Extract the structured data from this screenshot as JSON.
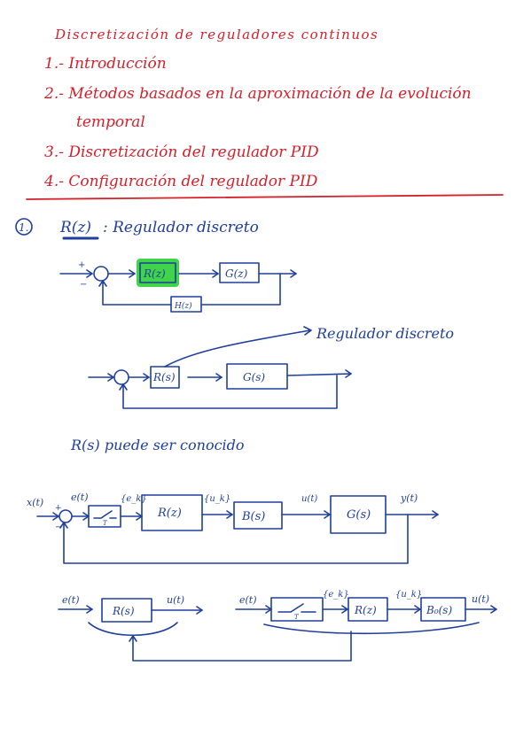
{
  "header": {
    "title": "Discretización de reguladores continuos",
    "items": [
      "1.- Introducción",
      "2.- Métodos basados en la aproximación de la evolución",
      "temporal",
      "3.- Discretización del regulador PID",
      "4.- Configuración del regulador PID"
    ]
  },
  "section1": {
    "number": "1.",
    "heading_symbol": "R(z)",
    "heading_text": ": Regulador discreto"
  },
  "diagram1": {
    "block_r": "R(z)",
    "block_g": "G(z)",
    "block_h": "H(z)",
    "plus": "+",
    "minus": "−"
  },
  "diagram2": {
    "block_r": "R(s)",
    "block_g": "G(s)",
    "annotation": "Regulador discreto"
  },
  "note": "R(s) puede ser conocido",
  "diagram3": {
    "input": "x(t)",
    "plus": "+",
    "minus": "−",
    "error": "e(t)",
    "sampled_error": "{e_k}",
    "sampler_period": "T",
    "block_r": "R(z)",
    "controller_out": "{u_k}",
    "block_b": "B(s)",
    "signal_u": "u(t)",
    "block_g": "G(s)",
    "output": "y(t)"
  },
  "diagram4": {
    "left_in": "e(t)",
    "left_block": "R(s)",
    "left_out": "u(t)",
    "right_in": "e(t)",
    "right_sampled": "{e_k}",
    "right_period": "T",
    "right_block_r": "R(z)",
    "right_uk": "{u_k}",
    "right_block_b": "B₀(s)",
    "right_out": "u(t)"
  },
  "colors": {
    "red_ink": "#d4202a",
    "blue_ink": "#1f3f9a",
    "highlight": "#3fd44a",
    "divider": "#d4202a"
  }
}
